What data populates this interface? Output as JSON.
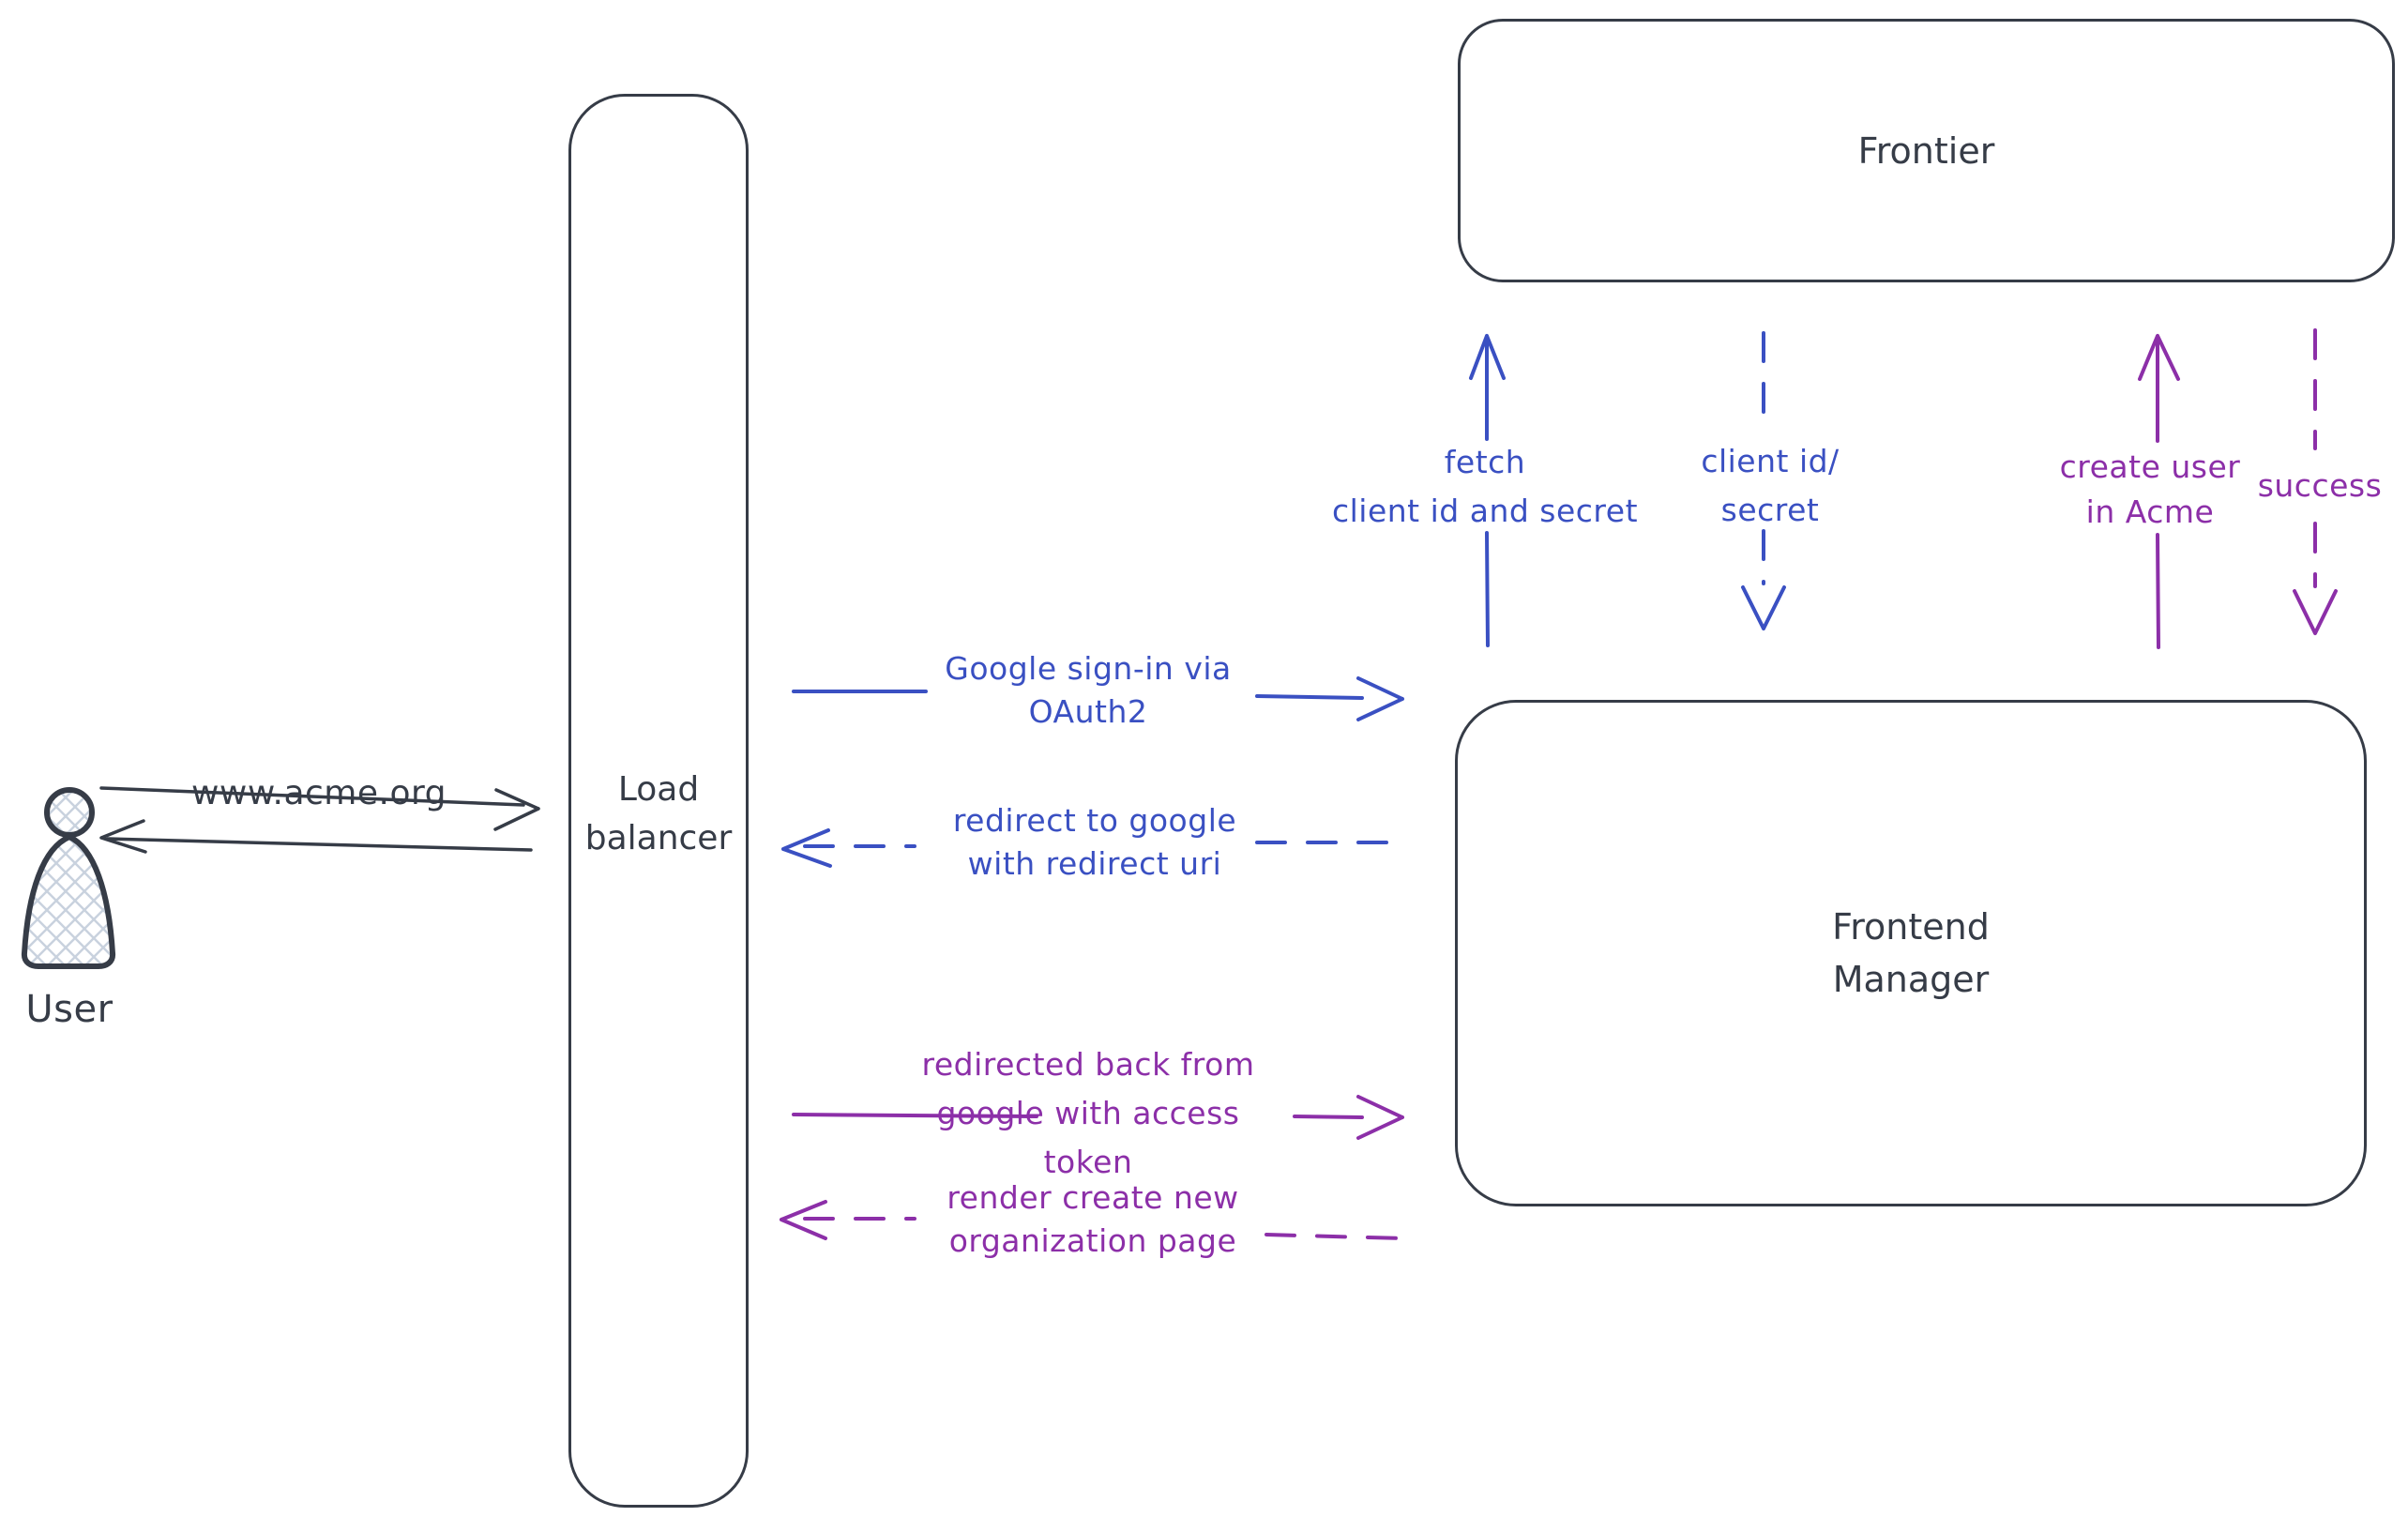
{
  "colors": {
    "background": "#ffffff",
    "stroke_dark": "#363c47",
    "arrow_blue": "#3a50c2",
    "arrow_purple": "#8c2fa8",
    "hatch_fill": "#c9d2de"
  },
  "actor": {
    "icon": "person-icon",
    "label": "User"
  },
  "nodes": {
    "load_balancer": {
      "lines": [
        "Load",
        "balancer"
      ]
    },
    "frontier": {
      "label": "Frontier"
    },
    "frontend_manager": {
      "lines": [
        "Frontend",
        "Manager"
      ]
    }
  },
  "edges": {
    "acme_request": {
      "from": "User",
      "to": "Load balancer",
      "style": "solid",
      "color": "dark",
      "direction": "right",
      "label": "www.acme.org"
    },
    "acme_response": {
      "from": "Load balancer",
      "to": "User",
      "style": "solid",
      "color": "dark",
      "direction": "left"
    },
    "google_signin": {
      "from": "Load balancer",
      "to": "Frontend Manager",
      "style": "solid",
      "color": "blue",
      "direction": "right",
      "lines": [
        "Google sign-in via",
        "OAuth2"
      ]
    },
    "redirect_google": {
      "from": "Frontend Manager",
      "to": "Load balancer",
      "style": "dashed",
      "color": "blue",
      "direction": "left",
      "lines": [
        "redirect to google",
        "with redirect uri"
      ]
    },
    "redirected_back": {
      "from": "Load balancer",
      "to": "Frontend Manager",
      "style": "solid",
      "color": "purple",
      "direction": "right",
      "lines": [
        "redirected back from",
        "google with access",
        "token"
      ]
    },
    "render_page": {
      "from": "Frontend Manager",
      "to": "Load balancer",
      "style": "dashed",
      "color": "purple",
      "direction": "left",
      "lines": [
        "render create new",
        "organization page"
      ]
    },
    "fetch_credentials": {
      "from": "Frontend Manager",
      "to": "Frontier",
      "style": "solid",
      "color": "blue",
      "direction": "up",
      "lines": [
        "fetch",
        "client id and secret"
      ]
    },
    "client_credentials": {
      "from": "Frontier",
      "to": "Frontend Manager",
      "style": "dashed",
      "color": "blue",
      "direction": "down",
      "lines": [
        "client id/",
        "secret"
      ]
    },
    "create_user": {
      "from": "Frontend Manager",
      "to": "Frontier",
      "style": "solid",
      "color": "purple",
      "direction": "up",
      "lines": [
        "create user",
        "in Acme"
      ]
    },
    "success": {
      "from": "Frontier",
      "to": "Frontend Manager",
      "style": "dashed",
      "color": "purple",
      "direction": "down",
      "label": "success"
    }
  }
}
